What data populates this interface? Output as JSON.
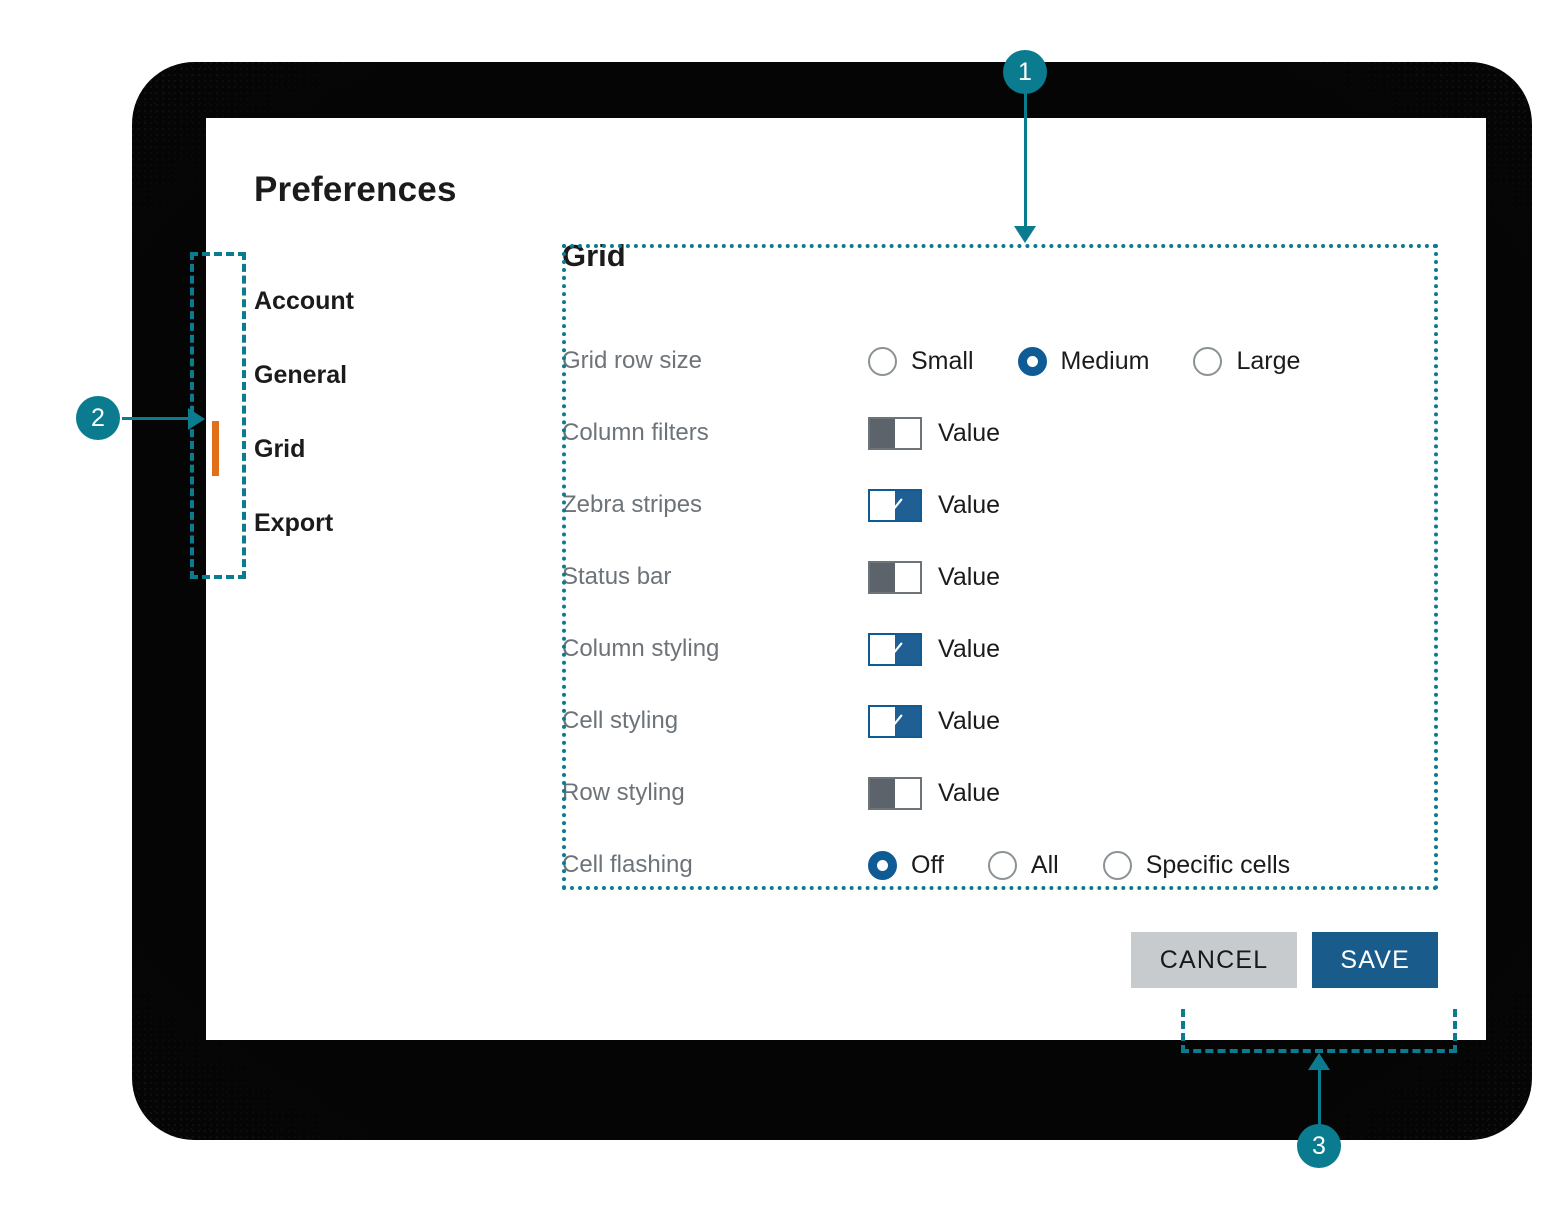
{
  "dialog": {
    "title": "Preferences"
  },
  "sidebar": {
    "items": [
      {
        "label": "Account",
        "active": false
      },
      {
        "label": "General",
        "active": false
      },
      {
        "label": "Grid",
        "active": true
      },
      {
        "label": "Export",
        "active": false
      }
    ]
  },
  "panel": {
    "heading": "Grid",
    "fields": [
      {
        "label": "Grid row size",
        "type": "radio",
        "options": [
          "Small",
          "Medium",
          "Large"
        ],
        "selected": "Medium"
      },
      {
        "label": "Column filters",
        "type": "toggle",
        "value_label": "Value",
        "checked": false
      },
      {
        "label": "Zebra stripes",
        "type": "toggle",
        "value_label": "Value",
        "checked": true
      },
      {
        "label": "Status bar",
        "type": "toggle",
        "value_label": "Value",
        "checked": false
      },
      {
        "label": "Column styling",
        "type": "toggle",
        "value_label": "Value",
        "checked": true
      },
      {
        "label": "Cell styling",
        "type": "toggle",
        "value_label": "Value",
        "checked": true
      },
      {
        "label": "Row styling",
        "type": "toggle",
        "value_label": "Value",
        "checked": false
      },
      {
        "label": "Cell flashing",
        "type": "radio",
        "options": [
          "Off",
          "All",
          "Specific cells"
        ],
        "selected": "Off"
      }
    ]
  },
  "footer": {
    "cancel_label": "CANCEL",
    "save_label": "SAVE"
  },
  "annotations": [
    {
      "number": "1",
      "target": "grid-settings-region"
    },
    {
      "number": "2",
      "target": "sidebar-region"
    },
    {
      "number": "3",
      "target": "footer-buttons-region"
    }
  ],
  "colors": {
    "accent_teal": "#0b7b8f",
    "active_orange": "#e1701a",
    "primary_blue": "#195c8c",
    "control_blue": "#0f5b96",
    "toggle_off_gray": "#5c636a",
    "label_gray": "#6d7479",
    "cancel_gray": "#c7cbce",
    "text_dark": "#1b1b1b",
    "backdrop_black": "#050505"
  }
}
